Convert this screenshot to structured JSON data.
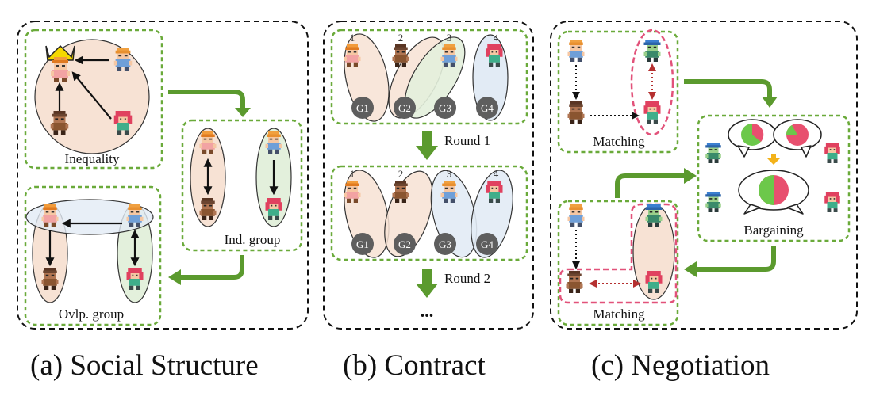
{
  "panels": {
    "social": {
      "caption": "(a) Social Structure",
      "inequality_label": "Inequality",
      "independent_group_label": "Ind. group",
      "overlapping_group_label": "Ovlp. group"
    },
    "contract": {
      "caption": "(b) Contract",
      "agent_numbers": [
        "1",
        "2",
        "3",
        "4"
      ],
      "groups": [
        "G1",
        "G2",
        "G3",
        "G4"
      ],
      "round_labels": [
        "Round 1",
        "Round 2"
      ],
      "continuation": "..."
    },
    "negotiation": {
      "caption": "(c) Negotiation",
      "matching_label": "Matching",
      "bargaining_label": "Bargaining"
    }
  },
  "colors": {
    "box_border": "#6aaa3a",
    "flow_arrow": "#5b9a2e",
    "peach_fill": "#f7e2d4",
    "green_fill": "#e3f0dc",
    "blue_fill": "#e2ebf5",
    "pink_dashed": "#e2527a",
    "match_arrow": "#b53030",
    "pie_pink": "#e8506f",
    "pie_green": "#6cc84a",
    "crown": "#f5d800",
    "down_arrow_orange": "#f3b21a",
    "group_badge": "#5e5e5e"
  },
  "icons": {
    "agent": "pixel-character-icon",
    "crown": "crown-icon",
    "pie": "pie-chart-icon"
  }
}
